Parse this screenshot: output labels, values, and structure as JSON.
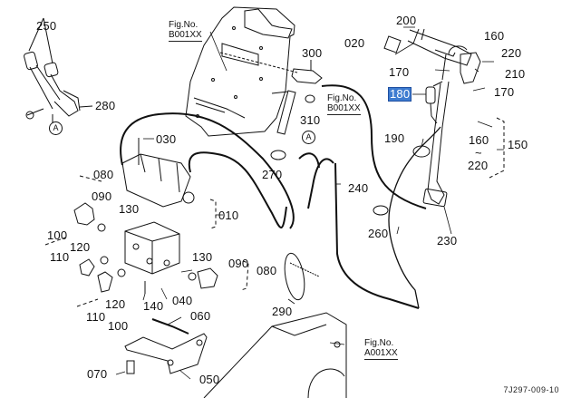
{
  "diagram": {
    "title": "Parts diagram",
    "selected_part": "180",
    "highlight_color": "#3d7bd0",
    "document_id": "7J297-009-10",
    "connector_marker": "A",
    "fig_refs": [
      {
        "line1": "Fig.No.",
        "line2": "B001XX"
      },
      {
        "line1": "Fig.No.",
        "line2": "B001XX"
      },
      {
        "line1": "Fig.No.",
        "line2": "A001XX"
      }
    ],
    "part_labels": [
      {
        "id": "250",
        "text": "250"
      },
      {
        "id": "280",
        "text": "280"
      },
      {
        "id": "300",
        "text": "300"
      },
      {
        "id": "310",
        "text": "310"
      },
      {
        "id": "020",
        "text": "020"
      },
      {
        "id": "200",
        "text": "200"
      },
      {
        "id": "160a",
        "text": "160"
      },
      {
        "id": "220a",
        "text": "220"
      },
      {
        "id": "210",
        "text": "210"
      },
      {
        "id": "170a",
        "text": "170"
      },
      {
        "id": "170b",
        "text": "170"
      },
      {
        "id": "180",
        "text": "180"
      },
      {
        "id": "190",
        "text": "190"
      },
      {
        "id": "160b",
        "text": "160"
      },
      {
        "id": "tilde",
        "text": "~"
      },
      {
        "id": "220b",
        "text": "220"
      },
      {
        "id": "150",
        "text": "150"
      },
      {
        "id": "030",
        "text": "030"
      },
      {
        "id": "270",
        "text": "270"
      },
      {
        "id": "240",
        "text": "240"
      },
      {
        "id": "080a",
        "text": "080"
      },
      {
        "id": "090a",
        "text": "090"
      },
      {
        "id": "010",
        "text": "010"
      },
      {
        "id": "130a",
        "text": "130"
      },
      {
        "id": "260",
        "text": "260"
      },
      {
        "id": "230",
        "text": "230"
      },
      {
        "id": "100a",
        "text": "100"
      },
      {
        "id": "120a",
        "text": "120"
      },
      {
        "id": "110a",
        "text": "110"
      },
      {
        "id": "130b",
        "text": "130"
      },
      {
        "id": "090b",
        "text": "090"
      },
      {
        "id": "080b",
        "text": "080"
      },
      {
        "id": "120b",
        "text": "120"
      },
      {
        "id": "110b",
        "text": "110"
      },
      {
        "id": "140",
        "text": "140"
      },
      {
        "id": "040",
        "text": "040"
      },
      {
        "id": "100b",
        "text": "100"
      },
      {
        "id": "290",
        "text": "290"
      },
      {
        "id": "060",
        "text": "060"
      },
      {
        "id": "070",
        "text": "070"
      },
      {
        "id": "050",
        "text": "050"
      }
    ]
  }
}
